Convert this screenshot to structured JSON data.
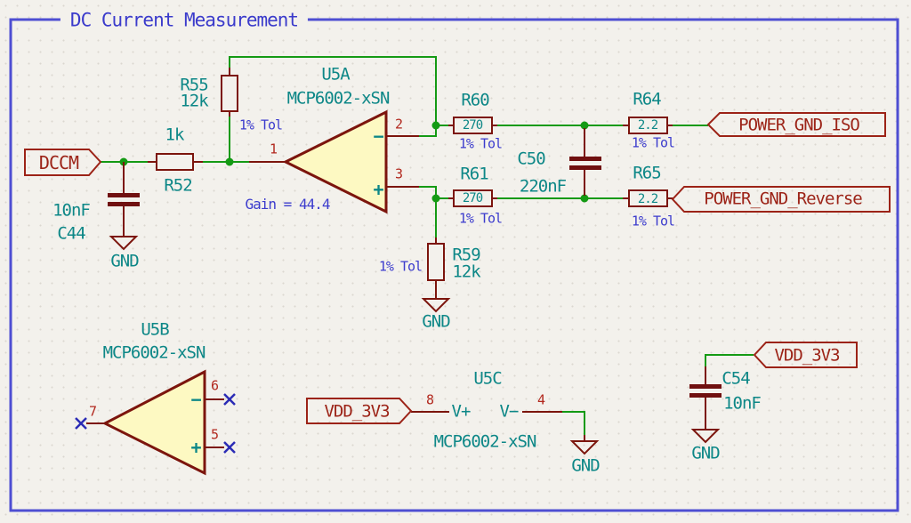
{
  "title": "DC Current Measurement",
  "net": {
    "dccm": "DCCM",
    "power_gnd_iso": "POWER_GND_ISO",
    "power_gnd_reverse": "POWER_GND_Reverse",
    "vdd_3v3": "VDD_3V3"
  },
  "gnd": "GND",
  "c": {
    "u5a": {
      "ref": "U5A",
      "value": "MCP6002-xSN",
      "pin_out": "1",
      "pin_inv": "2",
      "pin_noninv": "3",
      "minus": "−",
      "plus": "+"
    },
    "u5b": {
      "ref": "U5B",
      "value": "MCP6002-xSN",
      "pin_out": "7",
      "pin_inv": "6",
      "pin_noninv": "5",
      "minus": "−",
      "plus": "+"
    },
    "u5c": {
      "ref": "U5C",
      "value": "MCP6002-xSN",
      "vplus": "V+",
      "vminus": "V−",
      "pin_vplus": "8",
      "pin_vminus": "4"
    },
    "r52": {
      "ref": "R52",
      "value": "1k"
    },
    "r55": {
      "ref": "R55",
      "value": "12k",
      "tol": "1% Tol"
    },
    "r59": {
      "ref": "R59",
      "value": "12k",
      "tol": "1% Tol"
    },
    "r60": {
      "ref": "R60",
      "value": "270",
      "tol": "1% Tol"
    },
    "r61": {
      "ref": "R61",
      "value": "270",
      "tol": "1% Tol"
    },
    "r64": {
      "ref": "R64",
      "value": "2.2",
      "tol": "1% Tol"
    },
    "r65": {
      "ref": "R65",
      "value": "2.2",
      "tol": "1% Tol"
    },
    "c44": {
      "ref": "C44",
      "value": "10nF"
    },
    "c50": {
      "ref": "C50",
      "value": "220nF"
    },
    "c54": {
      "ref": "C54",
      "value": "10nF"
    }
  },
  "notes": {
    "gain": "Gain = 44.4"
  },
  "colors": {
    "wire": "#149a14",
    "symbol_outline": "#7c150d",
    "symbol_fill": "#fdf9c2",
    "text_teal": "#0d8787",
    "note_blue": "#3c3ccd",
    "pin_red": "#b2281e",
    "net_label": "#9c2317",
    "border": "#4e4ed2",
    "background": "#f3f1ec"
  }
}
